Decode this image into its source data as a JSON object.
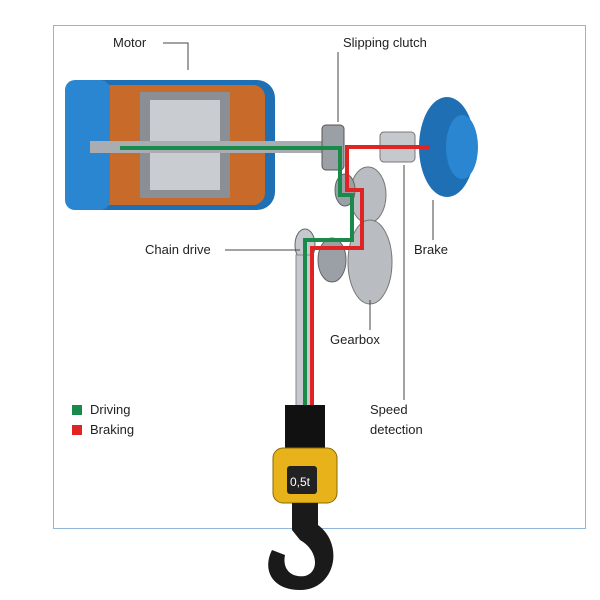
{
  "labels": {
    "motor": "Motor",
    "slipping_clutch": "Slipping clutch",
    "chain_drive": "Chain drive",
    "brake": "Brake",
    "gearbox": "Gearbox",
    "speed_detection_1": "Speed",
    "speed_detection_2": "detection"
  },
  "legend": [
    {
      "label": "Driving",
      "color": "#1a8a4a"
    },
    {
      "label": "Braking",
      "color": "#e02424"
    }
  ],
  "hook_display": "0,5t"
}
